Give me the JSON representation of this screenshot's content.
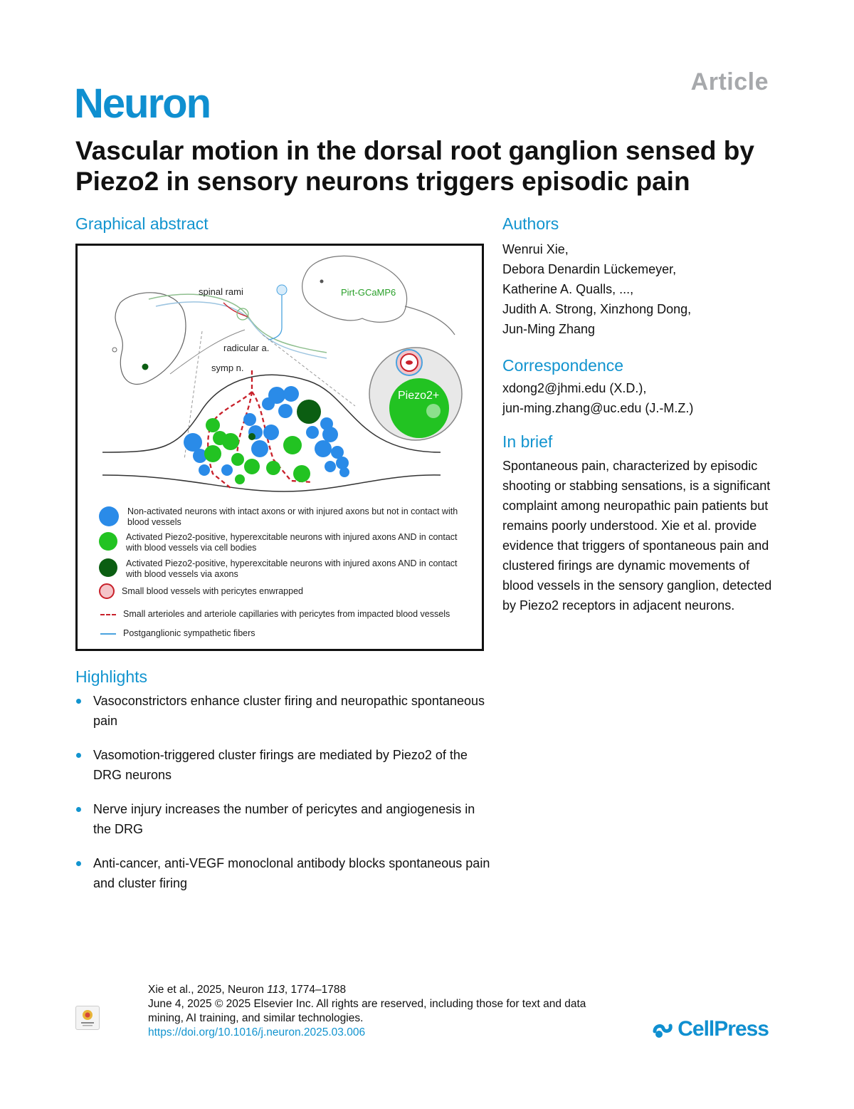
{
  "header": {
    "article_label": "Article",
    "journal": "Neuron",
    "title": "Vascular motion in the dorsal root ganglion sensed by Piezo2 in sensory neurons triggers episodic pain"
  },
  "graphical_abstract": {
    "heading": "Graphical abstract",
    "labels": {
      "spinal_rami": "spinal rami",
      "radicular": "radicular a.",
      "symp": "symp n.",
      "pirt": "Pirt-GCaMP6",
      "piezo": "Piezo2+"
    },
    "legend": [
      "Non-activated neurons with intact axons or with injured axons but not in contact with blood vessels",
      "Activated Piezo2-positive, hyperexcitable neurons with injured axons AND in contact with blood vessels via cell bodies",
      "Activated Piezo2-positive, hyperexcitable neurons with injured axons AND in contact with blood vessels via axons",
      "Small blood vessels with pericytes enwrapped",
      "Small arterioles and arteriole capillaries with pericytes from impacted blood vessels",
      "Postganglionic sympathetic fibers"
    ],
    "colors": {
      "non_activated": "#2a8be8",
      "activated_body": "#22c322",
      "activated_axon": "#0b5e12",
      "vessel": "#c8202a",
      "sympathetic": "#4aa3df"
    }
  },
  "authors": {
    "heading": "Authors",
    "lines": [
      "Wenrui Xie,",
      "Debora Denardin Lückemeyer,",
      "Katherine A. Qualls, ...,",
      "Judith A. Strong, Xinzhong Dong,",
      "Jun-Ming Zhang"
    ]
  },
  "correspondence": {
    "heading": "Correspondence",
    "lines": [
      "xdong2@jhmi.edu (X.D.),",
      "jun-ming.zhang@uc.edu (J.-M.Z.)"
    ]
  },
  "in_brief": {
    "heading": "In brief",
    "text": "Spontaneous pain, characterized by episodic shooting or stabbing sensations, is a significant complaint among neuropathic pain patients but remains poorly understood. Xie et al. provide evidence that triggers of spontaneous pain and clustered firings are dynamic movements of blood vessels in the sensory ganglion, detected by Piezo2 receptors in adjacent neurons."
  },
  "highlights": {
    "heading": "Highlights",
    "items": [
      "Vasoconstrictors enhance cluster firing and neuropathic spontaneous pain",
      "Vasomotion-triggered cluster firings are mediated by Piezo2 of the DRG neurons",
      "Nerve injury increases the number of pericytes and angiogenesis in the DRG",
      "Anti-cancer, anti-VEGF monoclonal antibody blocks spontaneous pain and cluster firing"
    ]
  },
  "footer": {
    "citation_prefix": "Xie et al., 2025, Neuron ",
    "citation_volume": "113",
    "citation_pages": ", 1774–1788",
    "copyright": "June 4, 2025 © 2025 Elsevier Inc. All rights are reserved, including those for text and data mining, AI training, and similar technologies.",
    "doi": "https://doi.org/10.1016/j.neuron.2025.03.006"
  },
  "publisher": "CellPress"
}
